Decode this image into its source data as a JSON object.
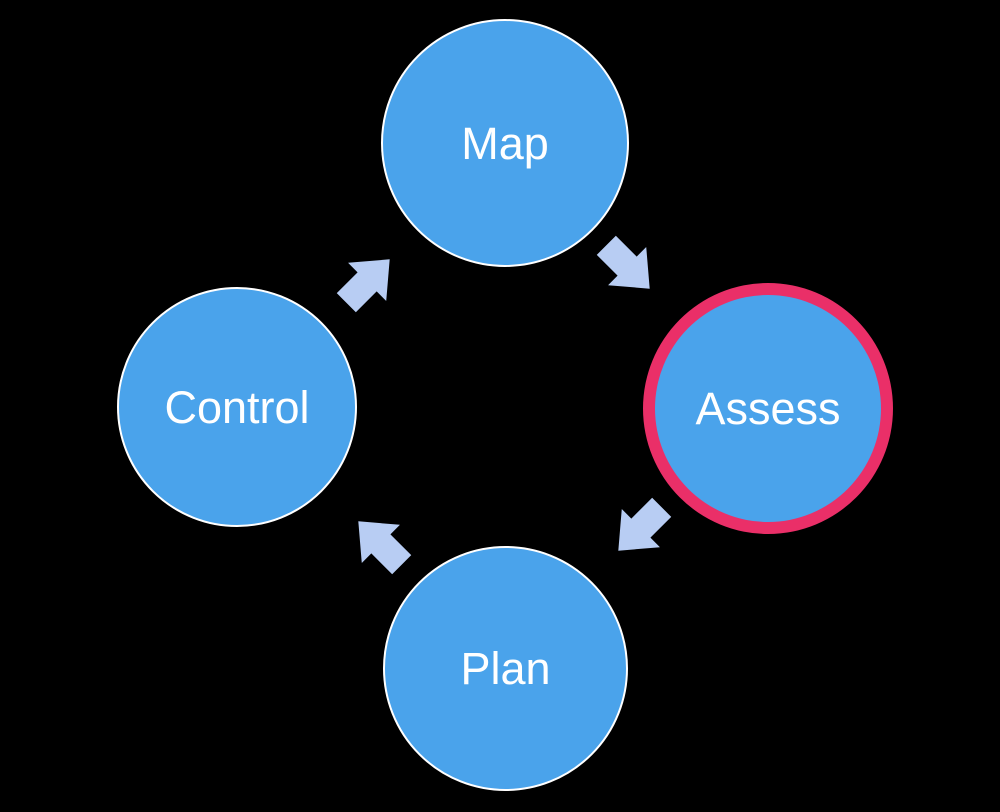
{
  "diagram": {
    "type": "cycle",
    "background_color": "#000000",
    "node_fill_color": "#4aa3eb",
    "node_border_color": "#ffffff",
    "highlight_border_color": "#ea2f68",
    "arrow_color": "#b8cdf3",
    "label_color": "#ffffff",
    "nodes": [
      {
        "id": "map",
        "label": "Map",
        "position": "top",
        "highlighted": false
      },
      {
        "id": "assess",
        "label": "Assess",
        "position": "right",
        "highlighted": true
      },
      {
        "id": "plan",
        "label": "Plan",
        "position": "bottom",
        "highlighted": false
      },
      {
        "id": "control",
        "label": "Control",
        "position": "left",
        "highlighted": false
      }
    ],
    "arrows": [
      {
        "id": "control-to-map",
        "from": "control",
        "to": "map",
        "angle_deg": -45
      },
      {
        "id": "map-to-assess",
        "from": "map",
        "to": "assess",
        "angle_deg": 45
      },
      {
        "id": "assess-to-plan",
        "from": "assess",
        "to": "plan",
        "angle_deg": 135
      },
      {
        "id": "plan-to-control",
        "from": "plan",
        "to": "control",
        "angle_deg": -135
      }
    ]
  }
}
